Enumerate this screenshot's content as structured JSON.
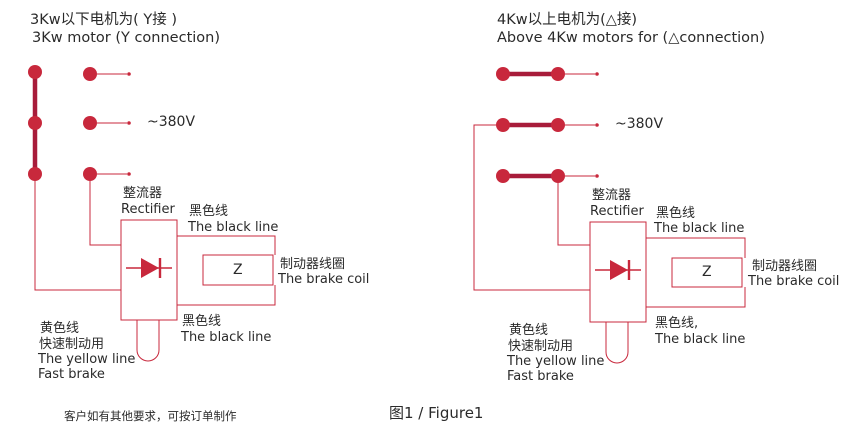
{
  "colors": {
    "wire": "#c8283c",
    "bus": "#a81c3a",
    "text": "#2a2a2a",
    "box": "#c8283c"
  },
  "left": {
    "title_cn": "3Kw以下电机为( Y接 )",
    "title_en": "3Kw motor (Y connection)",
    "voltage": "~380V",
    "rectifier_cn": "整流器",
    "rectifier_en": "Rectifier",
    "black_top_cn": "黑色线",
    "black_top_en": "The black line",
    "coil_symbol": "Z",
    "coil_cn": "制动器线圈",
    "coil_en": "The brake coil",
    "black_bottom_cn": "黑色线",
    "black_bottom_en": "The black line",
    "yellow_cn": "黄色线",
    "fast_cn": "快速制动用",
    "yellow_en": "The yellow line",
    "fast_en": "Fast brake"
  },
  "right": {
    "title_cn": "4Kw以上电机为(△接)",
    "title_en": "Above 4Kw motors for (△connection)",
    "voltage": "~380V",
    "rectifier_cn": "整流器",
    "rectifier_en": "Rectifier",
    "black_top_cn": "黑色线",
    "black_top_en": "The black line",
    "coil_symbol": "Z",
    "coil_cn": "制动器线圈",
    "coil_en": "The brake coil",
    "black_bottom_cn": "黑色线,",
    "black_bottom_en": "The black line",
    "yellow_cn": "黄色线",
    "fast_cn": "快速制动用",
    "yellow_en": "The yellow line",
    "fast_en": "Fast brake"
  },
  "footer": {
    "note": "客户如有其他要求，可按订单制作",
    "figure": "图1 /  Figure1"
  }
}
